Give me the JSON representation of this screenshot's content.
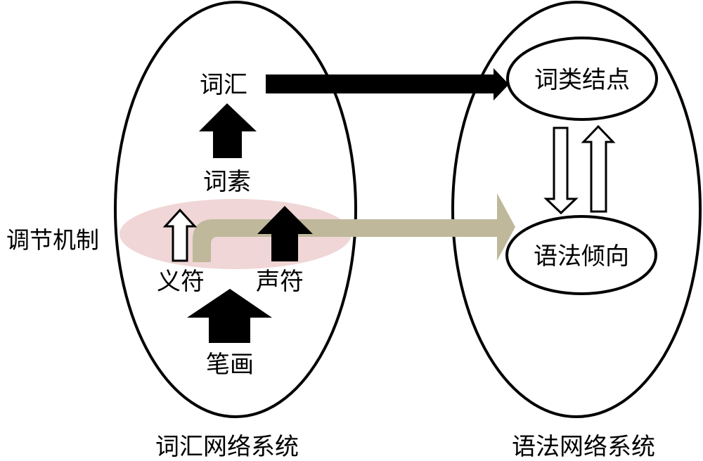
{
  "colors": {
    "stroke": "#000000",
    "solid_arrow": "#000000",
    "regulation_highlight": "#f0d6d6",
    "regulation_path": "#bfb89b",
    "hollow_fill": "#ffffff"
  },
  "lexical_system": {
    "title": "词汇网络系统",
    "nodes": {
      "vocabulary": "词汇",
      "morpheme": "词素",
      "semantic_radical": "义符",
      "phonetic_radical": "声符",
      "strokes": "笔画"
    }
  },
  "grammar_system": {
    "title": "语法网络系统",
    "nodes": {
      "word_class_node": "词类结点",
      "grammatical_tendency": "语法倾向"
    }
  },
  "regulation": {
    "label": "调节机制"
  },
  "edges": [
    {
      "from": "笔画",
      "to": "义符/声符",
      "style": "solid"
    },
    {
      "from": "义符",
      "to": "词素",
      "style": "hollow"
    },
    {
      "from": "声符",
      "to": "词素",
      "style": "solid"
    },
    {
      "from": "词素",
      "to": "词汇",
      "style": "solid"
    },
    {
      "from": "词汇",
      "to": "词类结点",
      "style": "solid"
    },
    {
      "from": "义符",
      "to": "语法倾向",
      "style": "regulation"
    },
    {
      "from": "词类结点",
      "to": "语法倾向",
      "style": "hollow"
    },
    {
      "from": "语法倾向",
      "to": "词类结点",
      "style": "hollow"
    }
  ]
}
